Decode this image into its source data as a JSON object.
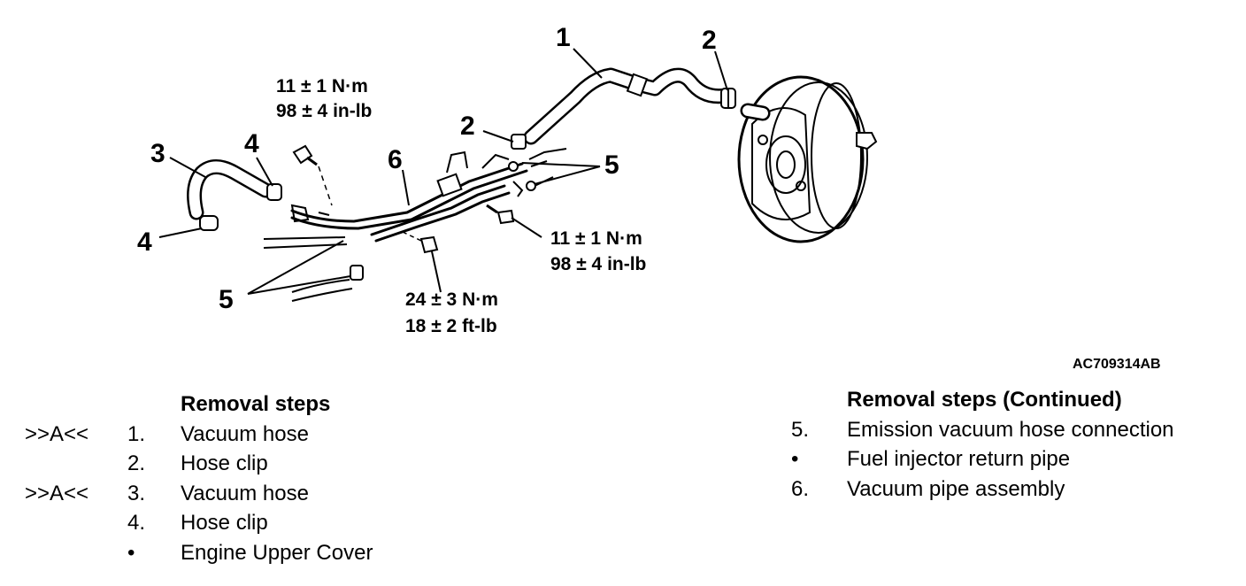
{
  "diagram": {
    "figure_id": "AC709314AB",
    "callouts": [
      "1",
      "2",
      "2",
      "3",
      "4",
      "4",
      "5",
      "5",
      "6"
    ],
    "torque": {
      "top_left": [
        "11 ± 1 N·m",
        "98 ± 4 in-lb"
      ],
      "right": [
        "11 ± 1 N·m",
        "98 ± 4 in-lb"
      ],
      "bottom": [
        "24 ± 3 N·m",
        "18 ± 2 ft-lb"
      ]
    }
  },
  "removal_steps": {
    "heading": "Removal steps",
    "items": [
      {
        "mark": ">>A<<",
        "num": "1.",
        "text": "Vacuum hose"
      },
      {
        "mark": "",
        "num": "2.",
        "text": "Hose clip"
      },
      {
        "mark": ">>A<<",
        "num": "3.",
        "text": "Vacuum hose"
      },
      {
        "mark": "",
        "num": "4.",
        "text": "Hose clip"
      },
      {
        "mark": "",
        "num": "•",
        "text": "Engine Upper Cover"
      }
    ]
  },
  "removal_steps_continued": {
    "heading": "Removal steps (Continued)",
    "items": [
      {
        "num": "5.",
        "text": "Emission vacuum hose connection"
      },
      {
        "num": "•",
        "text": "Fuel injector return pipe"
      },
      {
        "num": "6.",
        "text": "Vacuum pipe assembly"
      }
    ]
  }
}
